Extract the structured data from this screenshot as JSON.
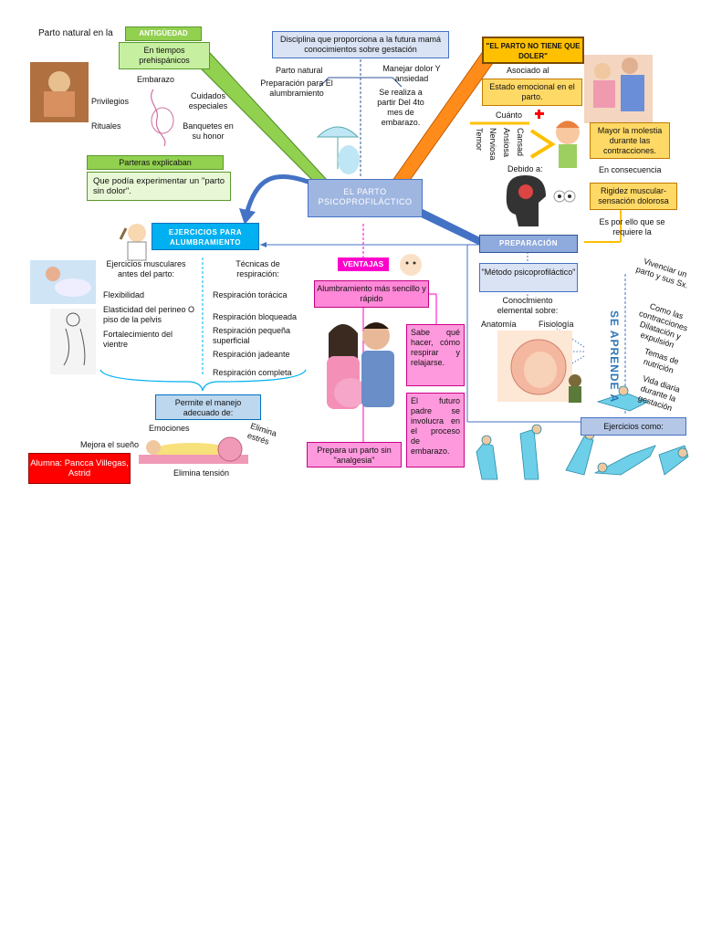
{
  "center": "EL PARTO PSICOPROFILÁCTICO",
  "antiguedad": {
    "prefix": "Parto natural en la",
    "title": "ANTIGÜEDAD",
    "tiempos": "En tiempos prehispánicos",
    "embarazo": "Embarazo",
    "privilegios": "Privilegios",
    "cuidados": "Cuidados especiales",
    "rituales": "Rituales",
    "banquetes": "Banquetes en su honor",
    "parteras": "Parteras explicaban",
    "parto_sin_dolor": "Que podía experimentar un \"parto sin dolor\"."
  },
  "disciplina": {
    "title": "Disciplina que proporciona a la futura mamá conocimientos sobre gestación",
    "parto_natural": "Parto natural",
    "preparacion": "Preparación para El alumbramiento",
    "manejar": "Manejar dolor Y ansiedad",
    "se_realiza": "Se realiza a partir Del 4to mes de embarazo."
  },
  "no_doler": {
    "title": "\"EL PARTO NO TIENE QUE DOLER\"",
    "asociado": "Asociado al",
    "estado": "Estado emocional en el parto.",
    "cuanto": "Cuánto",
    "cansad": "Cansad",
    "ansiosa": "Ansiosa",
    "nerviosa": "Nerviosa",
    "temor": "Temor",
    "debido": "Debido a:",
    "mayor": "Mayor la molestia durante las contracciones.",
    "consecuencia": "En consecuencia",
    "rigidez": "Rigidez muscular-sensación dolorosa",
    "por_ello": "Es por ello que se requiere la"
  },
  "ejercicios": {
    "title": "EJERCICIOS PARA ALUMBRAMIENTO",
    "musculares": "Ejercicios musculares antes del parto:",
    "flexibilidad": "Flexibilidad",
    "elasticidad": "Elasticidad del perineo O piso de la pelvis",
    "fortalecimiento": "Fortalecimiento del vientre",
    "tecnicas": "Técnicas de respiración:",
    "r1": "Respiración torácica",
    "r2": "Respiración bloqueada",
    "r3": "Respiración pequeña superficial",
    "r4": "Respiración jadeante",
    "r5": "Respiración completa",
    "permite": "Permite el manejo adecuado de:",
    "emociones": "Emociones",
    "elimina_estres": "Elimina estrés",
    "mejora_sueno": "Mejora el sueño",
    "elimina_tension": "Elimina tensión"
  },
  "ventajas": {
    "title": "VENTAJAS",
    "alumbramiento": "Alumbramiento más sencillo y rápido",
    "sabe": "Sabe qué hacer, cómo respirar y relajarse.",
    "futuro": "El futuro padre se involucra en el proceso de embarazo.",
    "analgesia": "Prepara un parto sin \"analgesia\""
  },
  "preparacion": {
    "title": "PREPARACIÓN",
    "metodo": "\"Método psicoprofiláctico\"",
    "conocimiento": "Conocimiento elemental sobre:",
    "anatomia": "Anatomía",
    "fisiologia": "Fisiología",
    "se_aprende": "SE APRENDE A",
    "a1": "Vivenciar un parto y sus Sx.",
    "a2": "Como las contracciones Dilatación y expulsión",
    "a3": "Temas de nutrición",
    "a4": "Vida diaria durante la gestación",
    "ejercicios_como": "Ejercicios como:"
  },
  "alumna": "Alumna: Pancca Villegas, Astrid",
  "colors": {
    "green": "#92d050",
    "cyan": "#00b0f0",
    "magenta": "#ff00cc",
    "orange": "#ffc000",
    "blue": "#4472c4",
    "red": "#ff0000"
  }
}
